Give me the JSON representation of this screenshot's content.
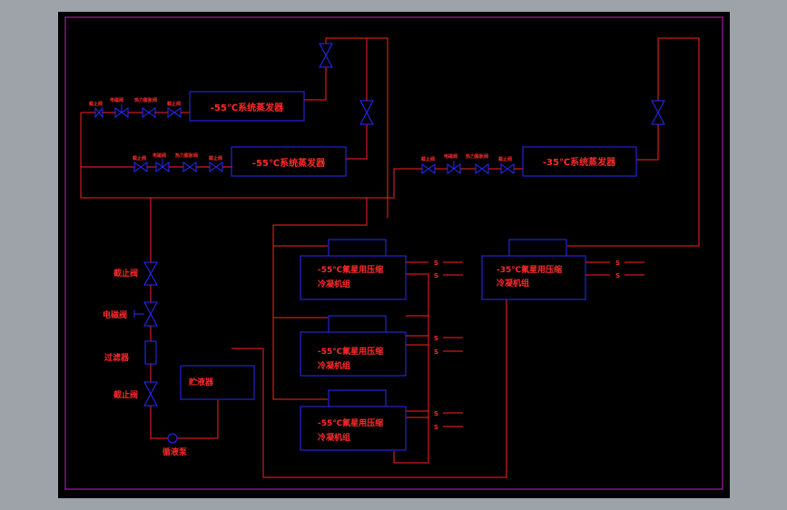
{
  "colors": {
    "background": "#000000",
    "frame": "#c020c0",
    "pipe": "#ff2020",
    "equipment": "#2a2aff",
    "text": "#ff2a2a"
  },
  "evaporators": {
    "evap_55_a": "-55℃系统蒸发器",
    "evap_55_b": "-55℃系统蒸发器",
    "evap_35": "-35℃系统蒸发器"
  },
  "units": {
    "unit_35": [
      "-35℃氟星用压缩",
      "冷凝机组"
    ],
    "unit_55_a": [
      "-55℃氟星用压缩",
      "冷凝机组"
    ],
    "unit_55_b": [
      "-55℃氟星用压缩",
      "冷凝机组"
    ],
    "unit_55_c": [
      "-55℃氟星用压缩",
      "冷凝机组"
    ]
  },
  "main_line": {
    "stop_valve_top": "截止阀",
    "solenoid_valve": "电磁阀",
    "filter": "过滤器",
    "stop_valve_bottom": "截止阀",
    "pump": "循液泵",
    "receiver": "贮液器"
  },
  "small_labels": {
    "stop_valve": "截止阀",
    "solenoid_valve": "电磁阀",
    "thermal_expansion_valve": "热力膨胀阀",
    "s": "S"
  }
}
